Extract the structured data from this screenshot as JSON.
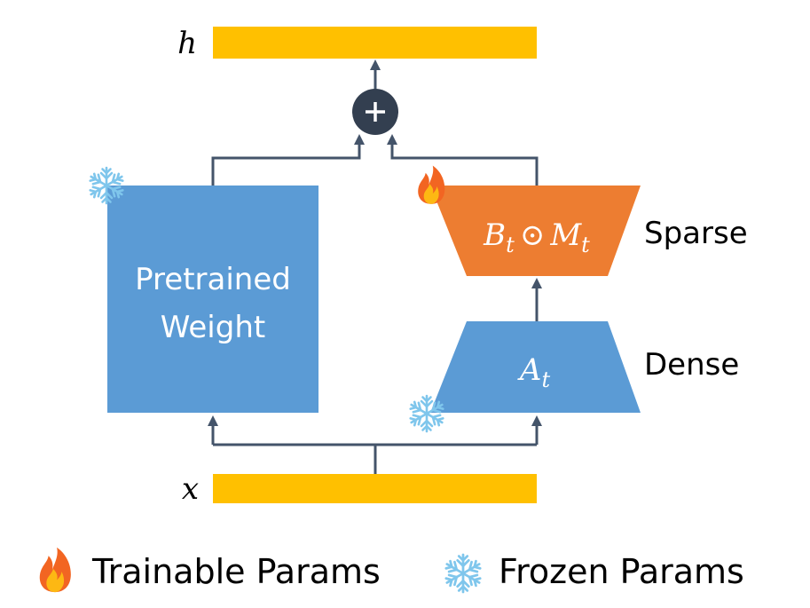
{
  "labels": {
    "h": "h",
    "x": "x",
    "pretrained_line1": "Pretrained",
    "pretrained_line2": "Weight",
    "b_sym": "B",
    "b_sub": "t",
    "odot": "⊙",
    "m_sym": "M",
    "m_sub": "t",
    "a_sym": "A",
    "a_sub": "t",
    "sparse": "Sparse",
    "dense": "Dense",
    "plus": "+"
  },
  "legend": {
    "trainable": "Trainable Params",
    "frozen": "Frozen Params"
  },
  "colors": {
    "bar": "#FFC000",
    "blue": "#5B9BD5",
    "orange": "#ED7D31",
    "line": "#44546A",
    "plus_circle": "#333F50",
    "snowflake": "#7FC6EC",
    "flame_outer": "#F26522",
    "flame_inner": "#FDB813"
  },
  "icons": {
    "trainable": "flame-icon",
    "frozen": "snowflake-icon",
    "sum": "plus-circle-icon"
  }
}
